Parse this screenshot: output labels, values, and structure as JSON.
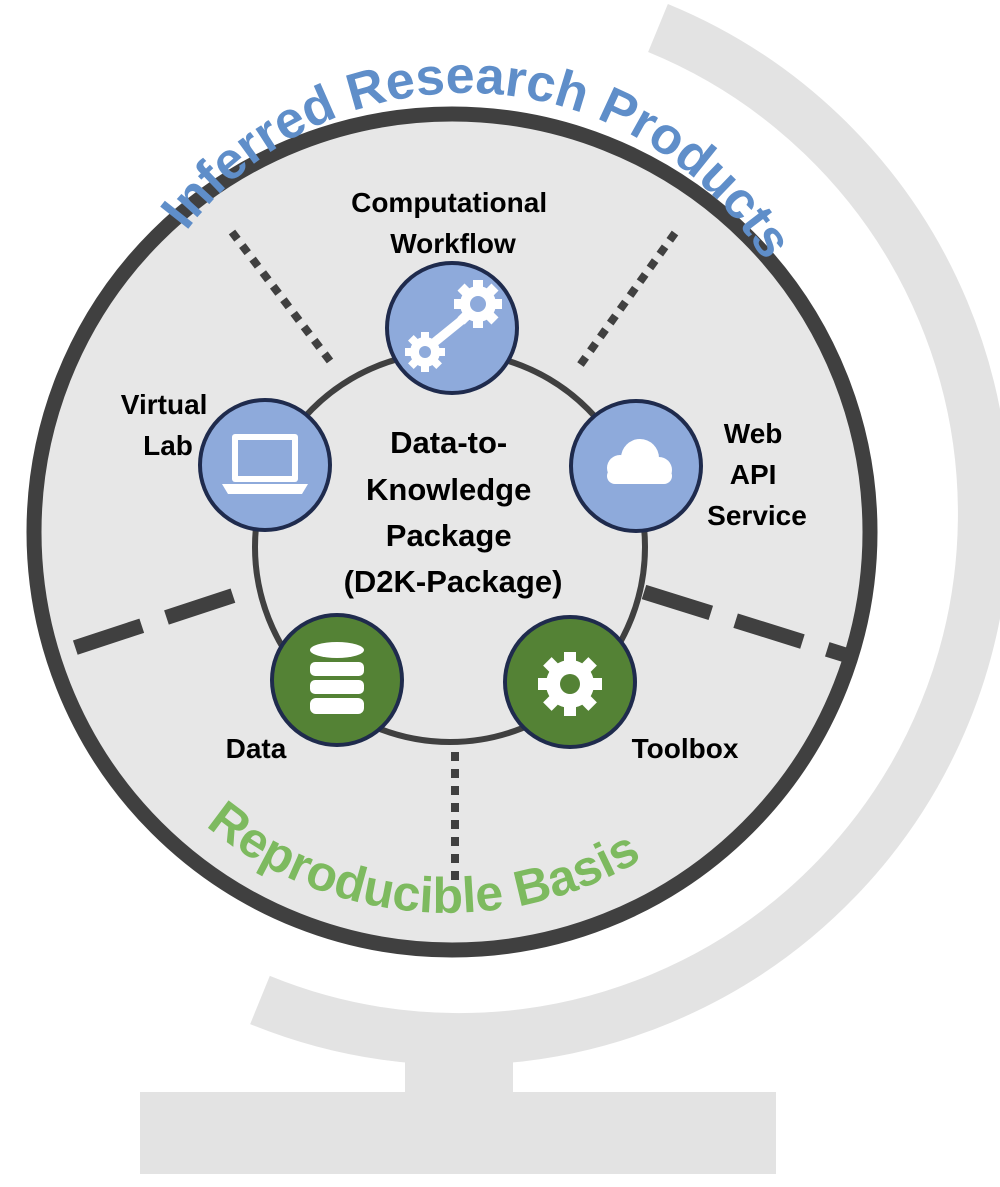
{
  "titles": {
    "top_arc": "Inferred Research Products",
    "bottom_arc": "Reproducible  Basis"
  },
  "center": {
    "lines": [
      "Data-to-",
      "Knowledge",
      "Package",
      "(D2K-Package)"
    ]
  },
  "nodes": {
    "workflow": {
      "lines": [
        "Computational",
        "Workflow"
      ],
      "icon": "gears-icon"
    },
    "virtual_lab": {
      "lines": [
        "Virtual",
        "Lab"
      ],
      "icon": "laptop-icon"
    },
    "web_api": {
      "lines": [
        "Web",
        "API",
        "Service"
      ],
      "icon": "cloud-icon"
    },
    "data": {
      "lines": [
        "Data"
      ],
      "icon": "database-icon"
    },
    "toolbox": {
      "lines": [
        "Toolbox"
      ],
      "icon": "gear-icon"
    }
  },
  "colors": {
    "top_arc_text": "#5f8ec9",
    "bottom_arc_text": "#7dba5f",
    "blue_node": "#8eaadb",
    "green_node": "#548235",
    "globe_fill": "#e7e7e7",
    "ring": "#404040",
    "stand": "#e3e3e3"
  }
}
